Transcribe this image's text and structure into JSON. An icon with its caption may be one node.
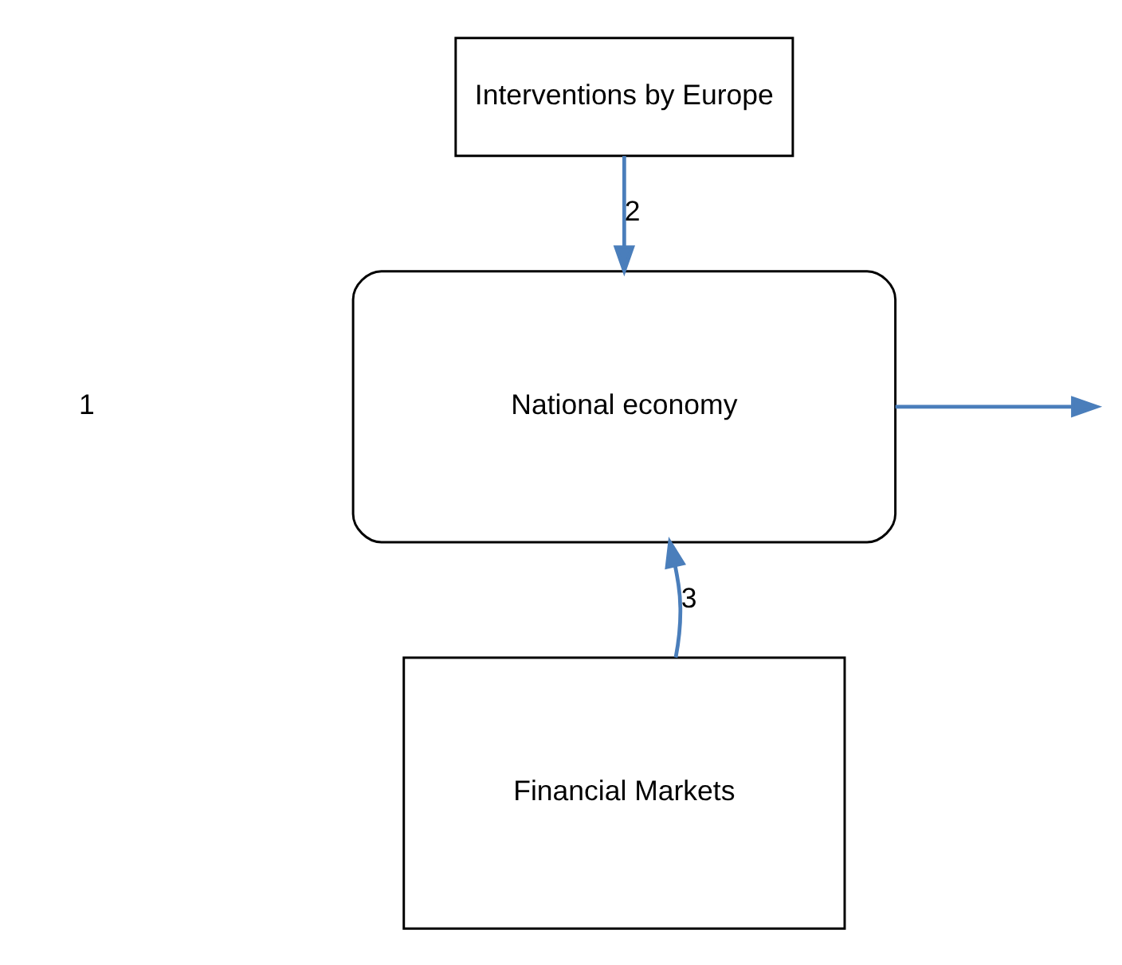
{
  "diagram": {
    "nodes": [
      {
        "text": [
          "Interventions by Europe"
        ]
      },
      {
        "text": [
          "National economy"
        ]
      },
      {
        "text": [
          "Financial Markets"
        ]
      }
    ],
    "edges": [
      {
        "from": 0,
        "to": 1,
        "arrow": "to",
        "label": "2"
      },
      {
        "from": 1,
        "to": null,
        "arrow": "to"
      },
      {
        "from": 2,
        "to": 1,
        "arrow": "to",
        "label": "3"
      }
    ],
    "labels": [
      "1"
    ]
  }
}
